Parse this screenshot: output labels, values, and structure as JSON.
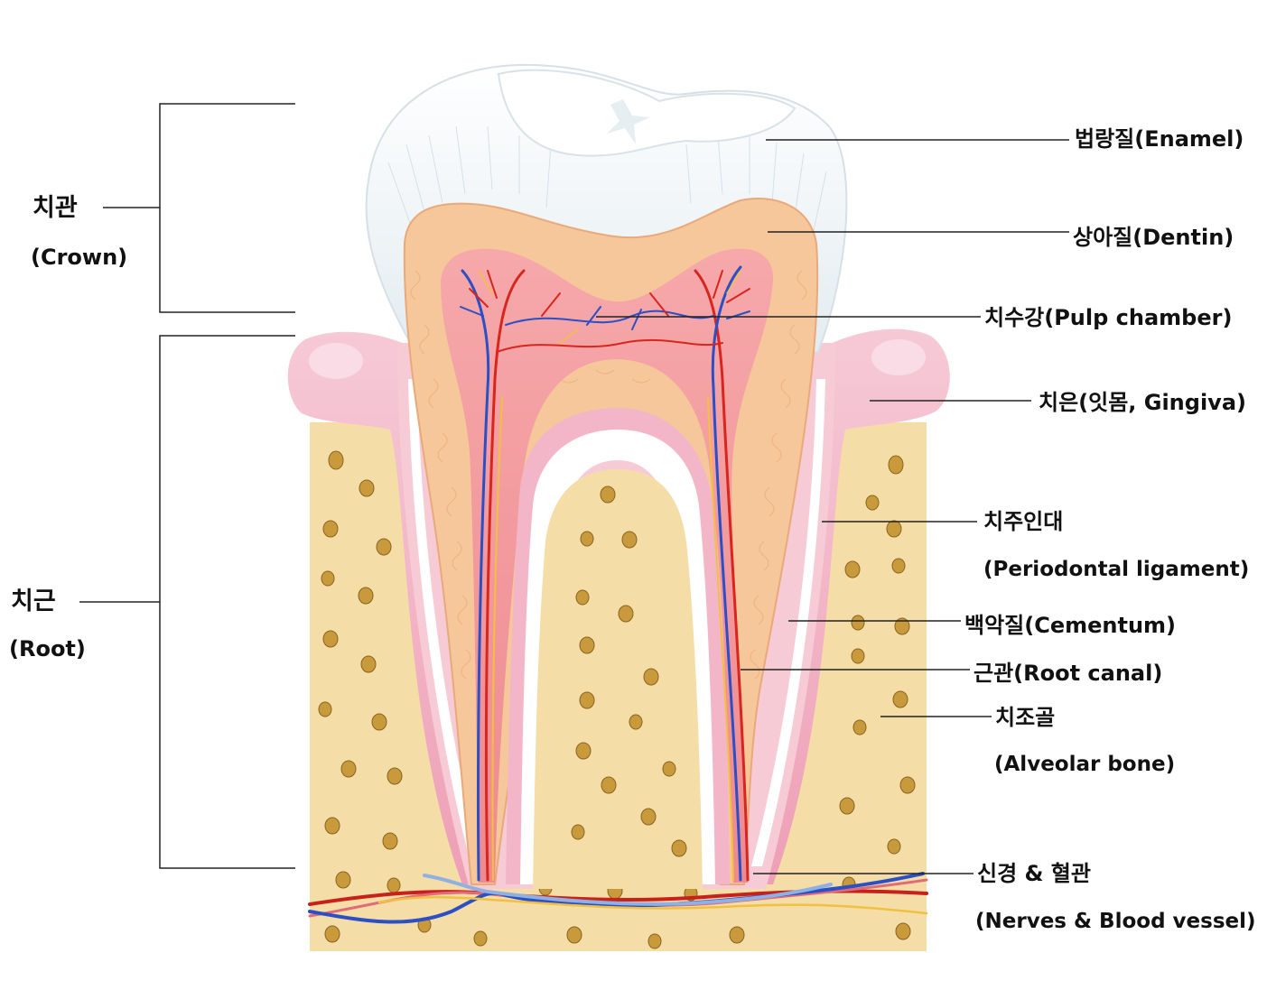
{
  "groups": {
    "crown": {
      "ko": "치관",
      "en": "(Crown)"
    },
    "root": {
      "ko": "치근",
      "en": "(Root)"
    }
  },
  "labels": {
    "enamel": "법랑질(Enamel)",
    "dentin": "상아질(Dentin)",
    "pulp_chamber": "치수강(Pulp chamber)",
    "gingiva": "치은(잇몸, Gingiva)",
    "periodontal_ko": "치주인대",
    "periodontal_en": "(Periodontal ligament)",
    "cementum": "백악질(Cementum)",
    "root_canal": "근관(Root canal)",
    "alveolar_ko": "치조골",
    "alveolar_en": "(Alveolar bone)",
    "nerves_ko": "신경 & 혈관",
    "nerves_en": "(Nerves & Blood vessel)"
  },
  "colors": {
    "enamel": "#eef3f6",
    "dentin": "#f6c79a",
    "pulp": "#f29a9e",
    "gingiva": "#f3b6c8",
    "cementum": "#f7cbd6",
    "bone": "#f5dda8",
    "bone_pit": "#c89a3c",
    "artery": "#d8261e",
    "vein": "#2b4fc4",
    "nerve": "#f2c040"
  }
}
